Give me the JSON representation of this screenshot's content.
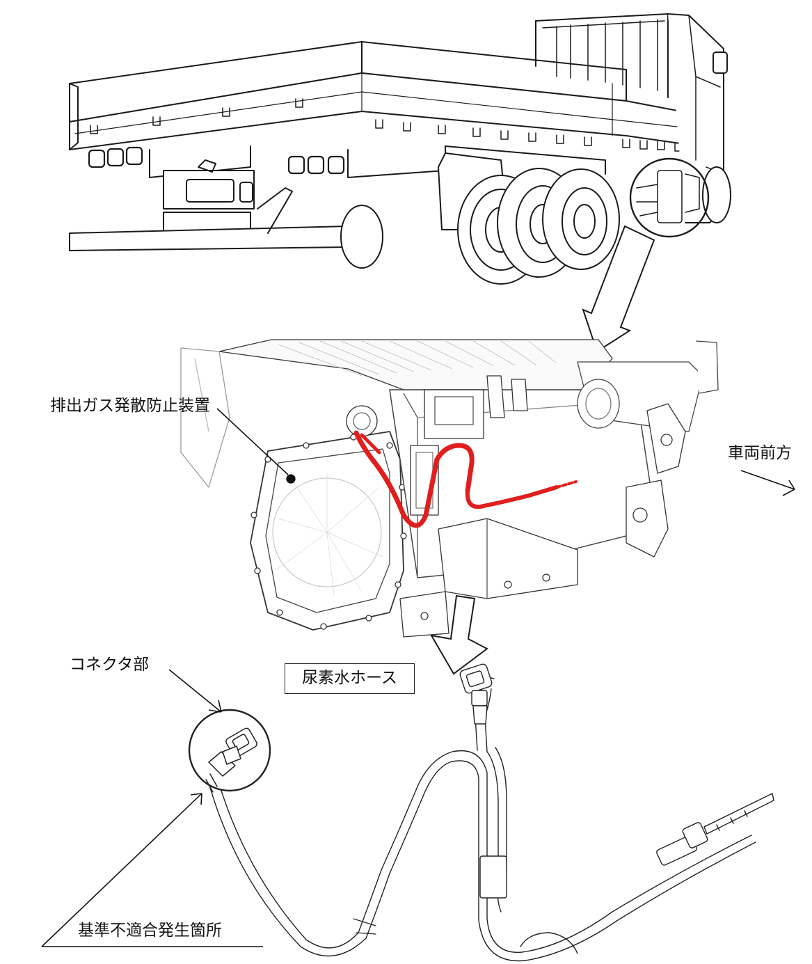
{
  "labels": {
    "egr_device": "排出ガス発散防止装置",
    "vehicle_front": "車両前方",
    "connector": "コネクタ部",
    "urea_hose": "尿素水ホース",
    "nonconformity": "基準不適合発生箇所"
  },
  "colors": {
    "line": "#1a1a1a",
    "hose_highlight": "#e01e1e",
    "background": "#ffffff"
  }
}
